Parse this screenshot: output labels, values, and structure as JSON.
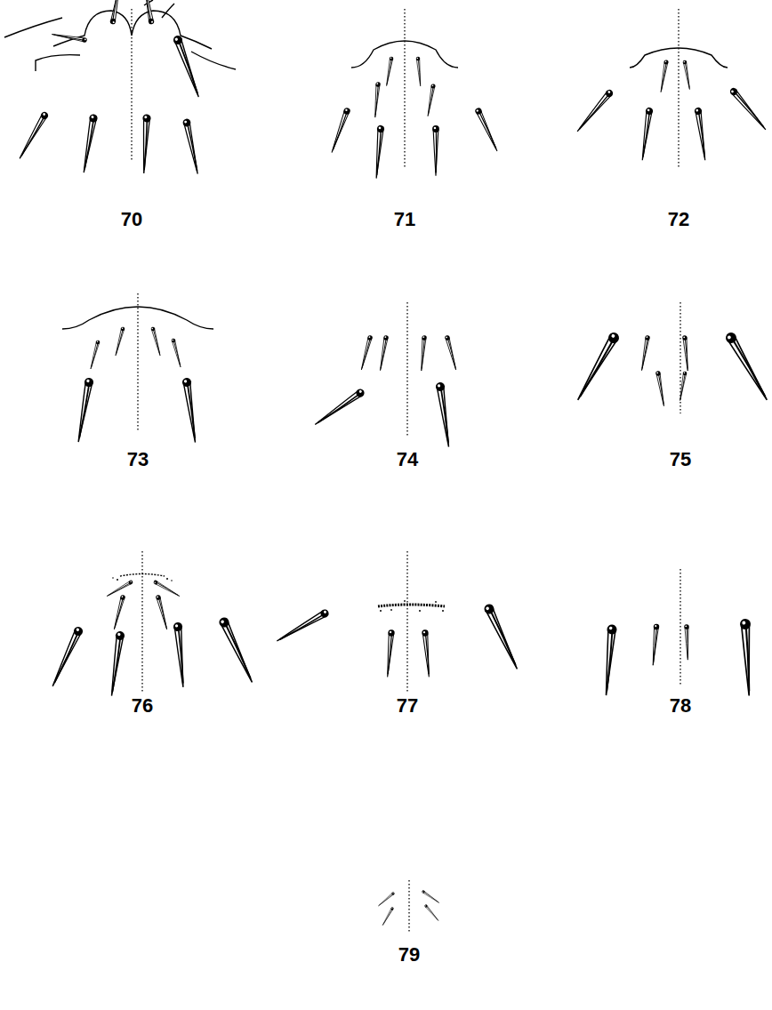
{
  "diagram": {
    "labels": [
      "70",
      "71",
      "72",
      "73",
      "74",
      "75",
      "76",
      "77",
      "78",
      "79"
    ]
  }
}
